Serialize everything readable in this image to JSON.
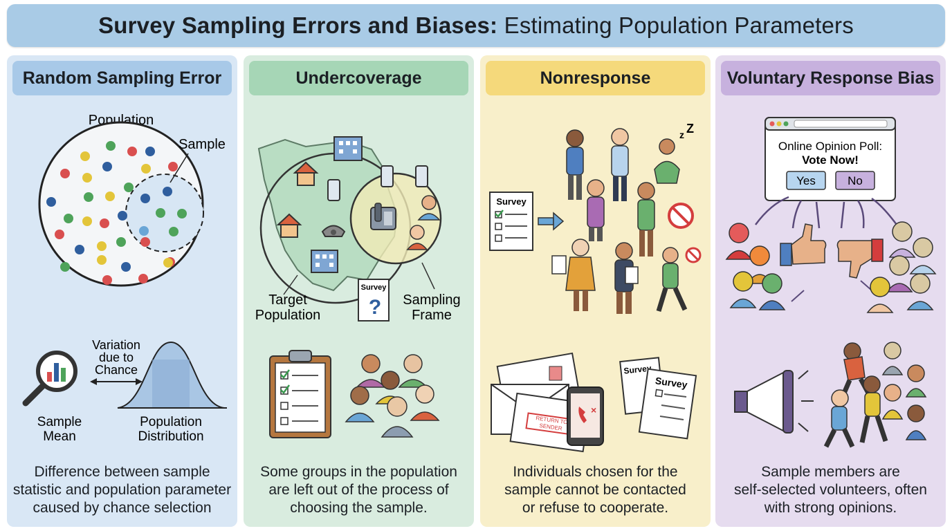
{
  "title": {
    "bold": "Survey Sampling Errors and Biases:",
    "rest": " Estimating Population Parameters"
  },
  "panels": [
    {
      "header": "Random Sampling Error",
      "labels": {
        "population": "Population",
        "sample": "Sample",
        "variation1": "Variation",
        "variation2": "due to",
        "variation3": "Chance",
        "mean1": "Sample",
        "mean2": "Mean",
        "dist1": "Population",
        "dist2": "Distribution"
      },
      "desc": [
        "Difference between sample",
        "statistic and population parameter",
        "caused by chance selection"
      ]
    },
    {
      "header": "Undercoverage",
      "labels": {
        "target1": "Target",
        "target2": "Population",
        "frame1": "Sampling",
        "frame2": "Frame",
        "survey": "Survey"
      },
      "desc": [
        "Some groups in the population",
        "are left out of the process of",
        "choosing the sample."
      ]
    },
    {
      "header": "Nonresponse",
      "labels": {
        "survey": "Survey",
        "zz": "z",
        "zz2": "Z",
        "stamp1": "RETURN TO",
        "stamp2": "SENDER",
        "survey2": "Survey",
        "survey3": "Survey"
      },
      "desc": [
        "Individuals chosen for the",
        "sample cannot be contacted",
        "or refuse to cooperate."
      ]
    },
    {
      "header": "Voluntary Response Bias",
      "labels": {
        "poll": "Online Opinion Poll:",
        "vote": "Vote Now!",
        "yes": "Yes",
        "no": "No"
      },
      "desc": [
        "Sample members are",
        "self-selected volunteers, often",
        "with strong opinions."
      ]
    }
  ],
  "colors": {
    "blue": "#a8c9e8",
    "green": "#a6d6b6",
    "yellow": "#f5d97b",
    "purple": "#c7b1de"
  }
}
